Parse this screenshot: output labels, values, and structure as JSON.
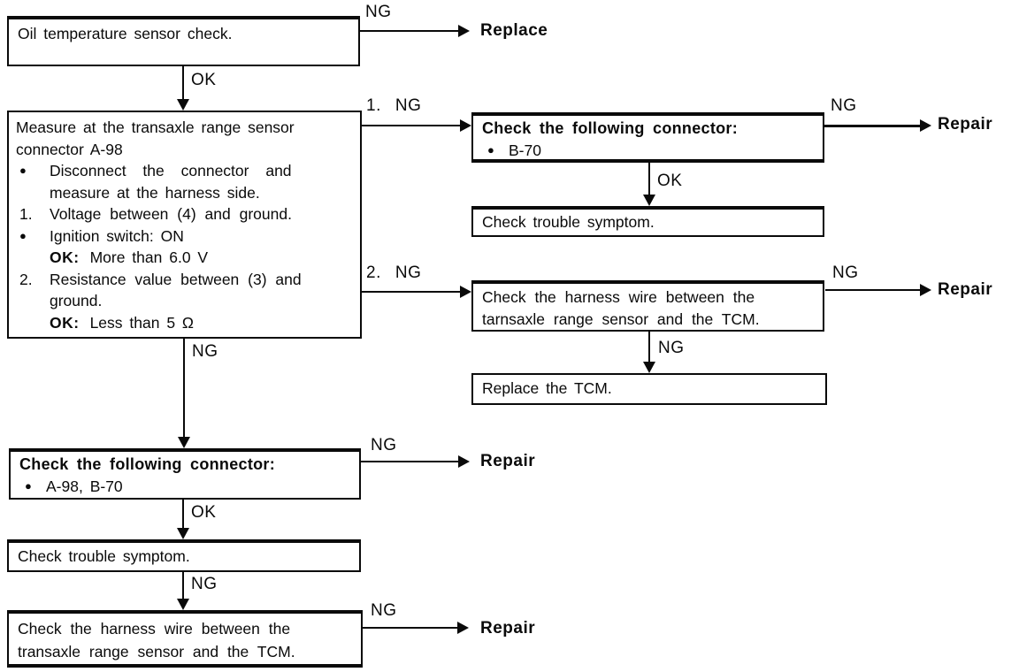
{
  "labels": {
    "ng": "NG",
    "ok": "OK",
    "step1": "1.",
    "step2": "2.",
    "replace": "Replace",
    "repair": "Repair"
  },
  "markers": {
    "bullet": "●"
  },
  "nodes": {
    "oil_check": {
      "text": "Oil temperature sensor check."
    },
    "measure": {
      "title_line1": "Measure at the transaxle range sensor",
      "title_line2": "connector A-98",
      "bullet1_line1": "Disconnect the connector and",
      "bullet1_line2": "measure at the harness side.",
      "step1_text": "Voltage between (4) and ground.",
      "bullet2_text": "Ignition switch: ON",
      "ok1_label": "OK:",
      "ok1_text": "More than 6.0 V",
      "step2_line1": "Resistance value between (3) and",
      "step2_line2": "ground.",
      "ok2_label": "OK:",
      "ok2_text": "Less than 5 Ω"
    },
    "connector_b70": {
      "title": "Check the following connector:",
      "item": "B-70"
    },
    "trouble_symptom_right": {
      "text": "Check trouble symptom."
    },
    "harness_wire_right": {
      "line1": "Check the harness wire between the",
      "line2": "tarnsaxle range sensor and the TCM."
    },
    "replace_tcm": {
      "text": "Replace the TCM."
    },
    "connector_a98_b70": {
      "title": "Check the following connector:",
      "item": "A-98, B-70"
    },
    "trouble_symptom_left": {
      "text": "Check trouble symptom."
    },
    "harness_wire_left": {
      "line1": "Check the harness wire between the",
      "line2": "transaxle range sensor and the TCM."
    }
  }
}
